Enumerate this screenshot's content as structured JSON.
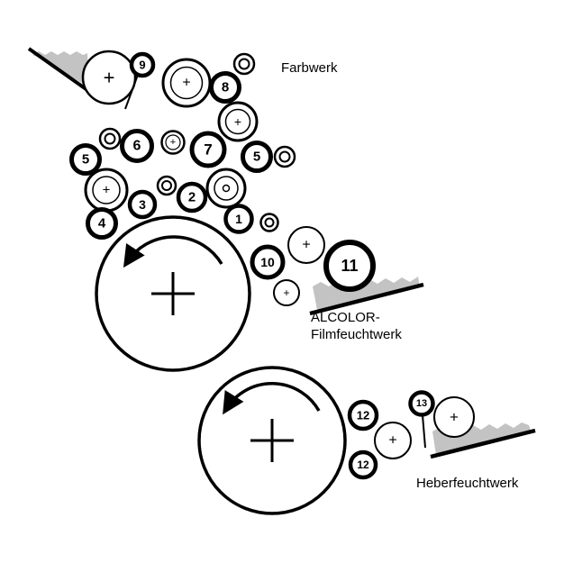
{
  "diagram": {
    "labels": {
      "farbwerk": "Farbwerk",
      "alcolor_line1": "ALCOLOR-",
      "alcolor_line2": "Filmfeuchtwerk",
      "heberfeuchtwerk": "Heberfeuchtwerk"
    },
    "rollers": {
      "r1": "1",
      "r2": "2",
      "r3": "3",
      "r4": "4",
      "r5": "5",
      "r6": "6",
      "r7": "7",
      "r8": "8",
      "r9": "9",
      "r10": "10",
      "r11": "11",
      "r12": "12",
      "r13": "13"
    },
    "symbols": {
      "plus": "+"
    },
    "colors": {
      "outline": "#000000",
      "roller_fill": "#ffffff",
      "fountain_fill": "#c3c3c3",
      "text": "#000000"
    }
  }
}
